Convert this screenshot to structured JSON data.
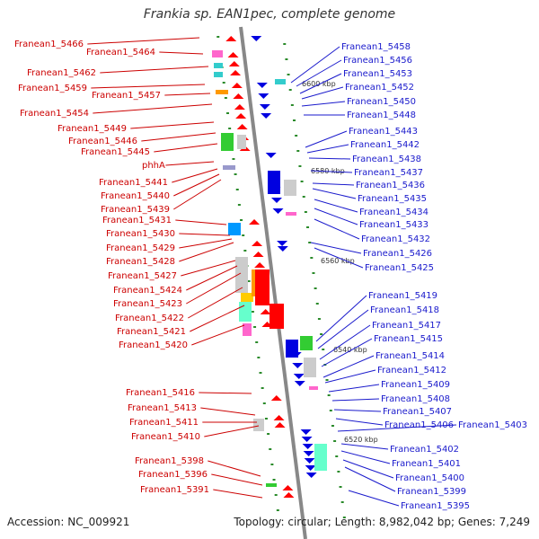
{
  "title": "Frankia sp. EAN1pec, complete genome",
  "accession": "Accession: NC_009921",
  "stats": "Topology: circular; Length: 8,982,042 bp; Genes: 7,249",
  "colors": {
    "left_label": "#cc0000",
    "right_label": "#1a1acc",
    "forward_strand": "#ff0000",
    "reverse_strand": "#0000e0",
    "backbone": "#888888",
    "scale_tick": "#2a8a2a"
  },
  "scale_labels": [
    "6600 kbp",
    "6580 kbp",
    "6560 kbp",
    "6540 kbp",
    "6520 kbp"
  ],
  "left_labels": [
    "Franean1_5466",
    "Franean1_5464",
    "Franean1_5462",
    "Franean1_5459",
    "Franean1_5457",
    "Franean1_5454",
    "Franean1_5449",
    "Franean1_5446",
    "Franean1_5445",
    "phhA",
    "Franean1_5441",
    "Franean1_5440",
    "Franean1_5439",
    "Franean1_5431",
    "Franean1_5430",
    "Franean1_5429",
    "Franean1_5428",
    "Franean1_5427",
    "Franean1_5424",
    "Franean1_5423",
    "Franean1_5422",
    "Franean1_5421",
    "Franean1_5420",
    "Franean1_5416",
    "Franean1_5413",
    "Franean1_5411",
    "Franean1_5410",
    "Franean1_5398",
    "Franean1_5396",
    "Franean1_5391"
  ],
  "right_labels": [
    "Franean1_5458",
    "Franean1_5456",
    "Franean1_5453",
    "Franean1_5452",
    "Franean1_5450",
    "Franean1_5448",
    "Franean1_5443",
    "Franean1_5442",
    "Franean1_5438",
    "Franean1_5437",
    "Franean1_5436",
    "Franean1_5435",
    "Franean1_5434",
    "Franean1_5433",
    "Franean1_5432",
    "Franean1_5426",
    "Franean1_5425",
    "Franean1_5419",
    "Franean1_5418",
    "Franean1_5417",
    "Franean1_5415",
    "Franean1_5414",
    "Franean1_5412",
    "Franean1_5409",
    "Franean1_5408",
    "Franean1_5407",
    "Franean1_5406",
    "Franean1_5403",
    "Franean1_5402",
    "Franean1_5401",
    "Franean1_5400",
    "Franean1_5399",
    "Franean1_5395"
  ]
}
